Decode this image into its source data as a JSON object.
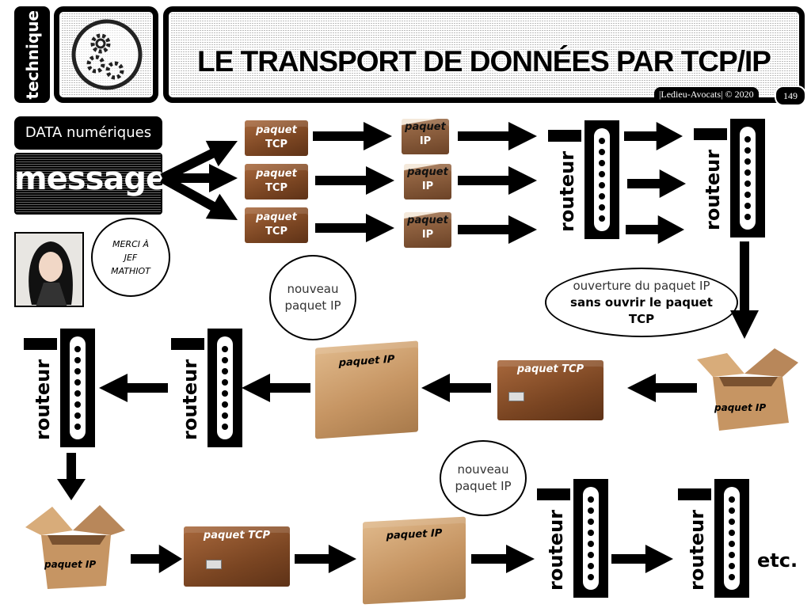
{
  "header": {
    "category": "technique",
    "icon": "gears-icon",
    "title": "LE TRANSPORT DE DONNÉES PAR TCP/IP",
    "credit": "|Ledieu-Avocats| © 2020",
    "page_number": "149"
  },
  "source": {
    "data_label": "DATA numériques",
    "message_label": "message"
  },
  "portrait_bubble": [
    "MERCI À",
    "JEF",
    "MATHIOT"
  ],
  "packets": {
    "tcp_line1": "paquet",
    "tcp_line2": "TCP",
    "ip_line1": "paquet",
    "ip_line2": "IP",
    "tcp_inline": "paquet TCP",
    "ip_inline": "paquet IP"
  },
  "router_label": "routeur",
  "bubbles": {
    "open_ip_part1": "ouverture du paquet IP ",
    "open_ip_bold": "sans ouvrir le paquet TCP",
    "new_ip": "nouveau paquet IP"
  },
  "etc": "etc.",
  "colors": {
    "box_brown": "#7a4522",
    "cardboard": "#c69563",
    "ink": "#000000"
  }
}
